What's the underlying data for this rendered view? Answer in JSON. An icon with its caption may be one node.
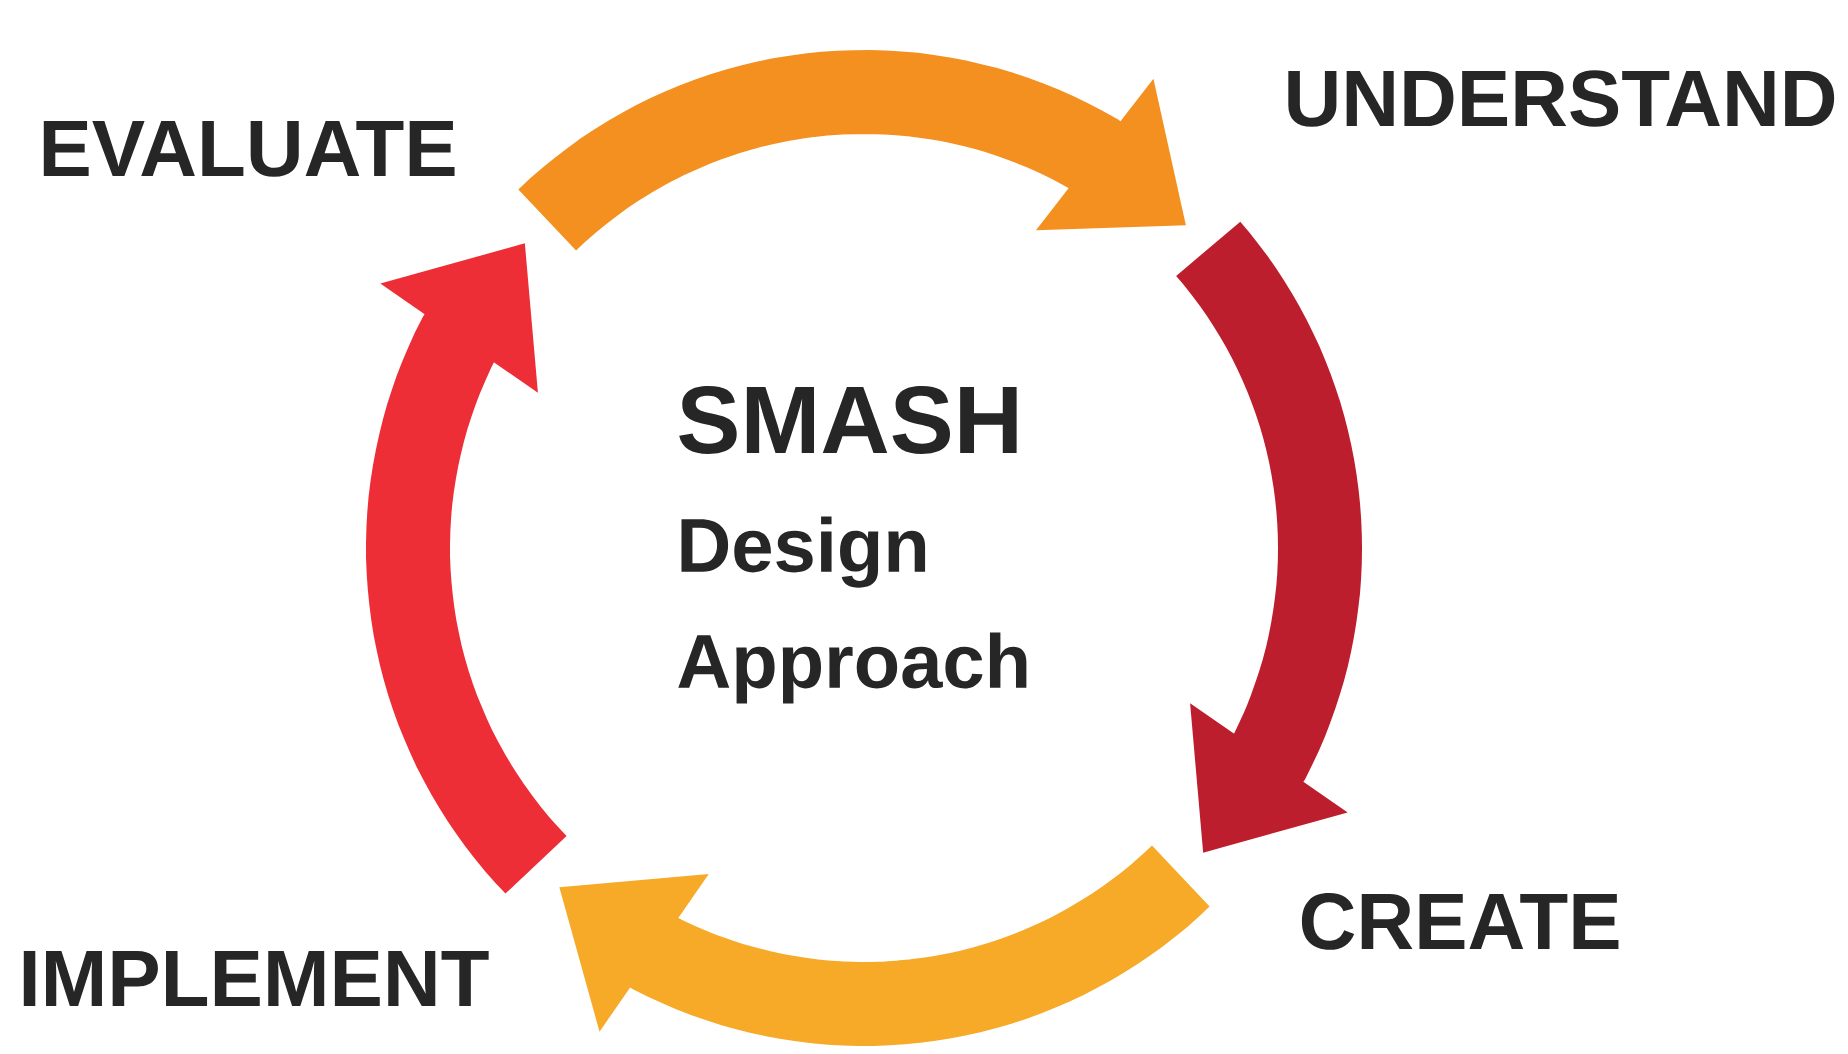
{
  "diagram": {
    "nodes": [
      {
        "text": [
          "UNDERSTAND"
        ]
      },
      {
        "text": [
          "CREATE"
        ]
      },
      {
        "text": [
          "IMPLEMENT"
        ]
      },
      {
        "text": [
          "EVALUATE"
        ]
      }
    ],
    "edges": [
      {
        "from": 3,
        "to": 0,
        "arrow": "to",
        "color": "#f39020"
      },
      {
        "from": 0,
        "to": 1,
        "arrow": "to",
        "color": "#bd1e2e"
      },
      {
        "from": 1,
        "to": 2,
        "arrow": "to",
        "color": "#f7a928"
      },
      {
        "from": 2,
        "to": 3,
        "arrow": "to",
        "color": "#ee2e37"
      }
    ],
    "labels": [
      "SMASH",
      "Design Approach"
    ]
  }
}
